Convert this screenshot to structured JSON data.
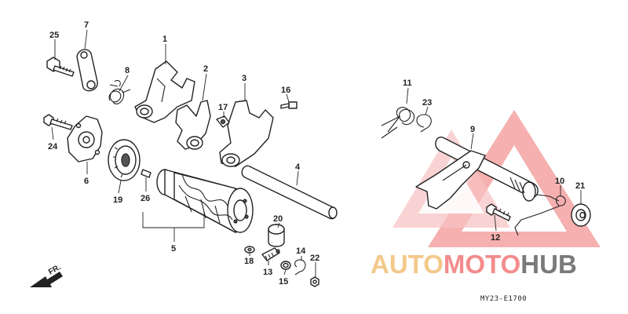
{
  "callouts": [
    {
      "id": "25",
      "label": "25"
    },
    {
      "id": "7",
      "label": "7"
    },
    {
      "id": "8",
      "label": "8"
    },
    {
      "id": "1",
      "label": "1"
    },
    {
      "id": "2",
      "label": "2"
    },
    {
      "id": "3",
      "label": "3"
    },
    {
      "id": "16",
      "label": "16"
    },
    {
      "id": "17",
      "label": "17"
    },
    {
      "id": "24",
      "label": "24"
    },
    {
      "id": "6",
      "label": "6"
    },
    {
      "id": "19",
      "label": "19"
    },
    {
      "id": "26",
      "label": "26"
    },
    {
      "id": "5",
      "label": "5"
    },
    {
      "id": "4",
      "label": "4"
    },
    {
      "id": "20",
      "label": "20"
    },
    {
      "id": "18",
      "label": "18"
    },
    {
      "id": "13",
      "label": "13"
    },
    {
      "id": "14",
      "label": "14"
    },
    {
      "id": "22",
      "label": "22"
    },
    {
      "id": "15",
      "label": "15"
    },
    {
      "id": "11",
      "label": "11"
    },
    {
      "id": "23",
      "label": "23"
    },
    {
      "id": "9",
      "label": "9"
    },
    {
      "id": "10",
      "label": "10"
    },
    {
      "id": "21",
      "label": "21"
    },
    {
      "id": "12",
      "label": "12"
    }
  ],
  "front_label": "FR.",
  "drawing_code": "MY23-E1700",
  "watermark": {
    "word_auto": "AUTO",
    "word_moto": "MOTO",
    "word_hub": "HUB",
    "color_primary": "#f28c8c",
    "color_secondary": "#f3c98a",
    "color_hub": "#7a7a7a"
  }
}
